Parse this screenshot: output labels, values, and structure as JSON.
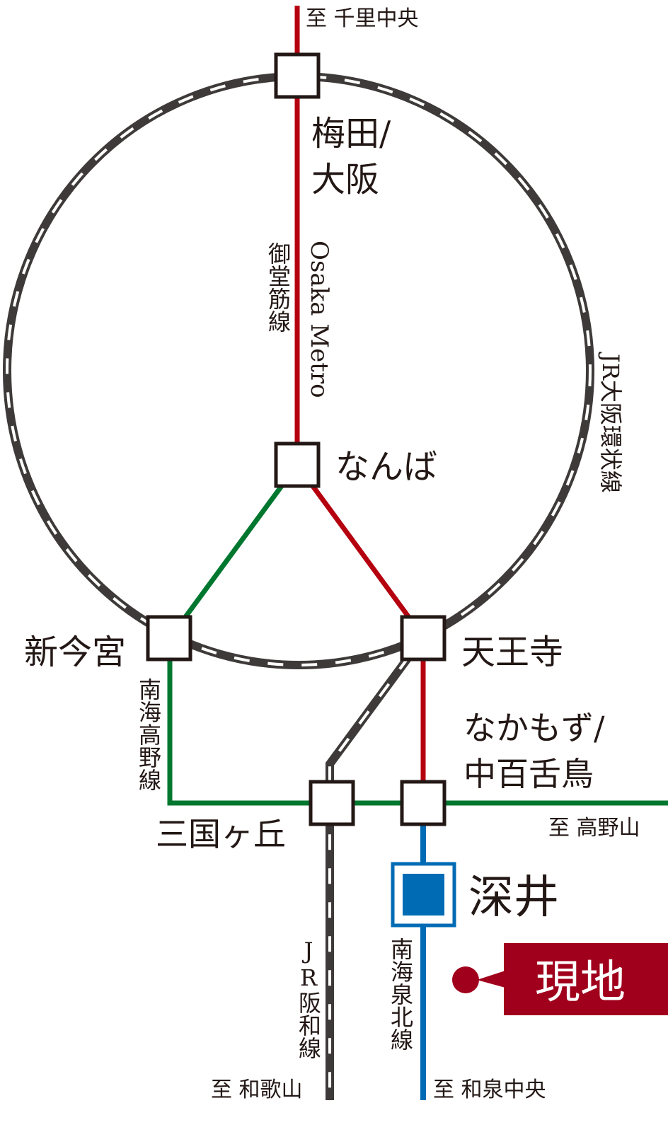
{
  "colors": {
    "midosuji": "#b5000f",
    "koya": "#00772f",
    "semboku": "#006bb5",
    "jr": "#3e3a39",
    "marker": "#a0001c"
  },
  "lines": {
    "midosuji_ja": "御堂筋線",
    "midosuji_en": "Osaka Metro",
    "loop": "JR大阪環状線",
    "koya": "南海高野線",
    "hanwa": "JR阪和線",
    "semboku": "南海泉北線"
  },
  "stations": {
    "umeda_1": "梅田/",
    "umeda_2": "大阪",
    "namba": "なんば",
    "shinimamiya": "新今宮",
    "tennoji": "天王寺",
    "nakamozu_1": "なかもず/",
    "nakamozu_2": "中百舌鳥",
    "mikunigaoka": "三国ヶ丘",
    "fukai": "深井"
  },
  "destinations": {
    "senri": "至 千里中央",
    "koyasan": "至 高野山",
    "wakayama": "至 和歌山",
    "izumi": "至 和泉中央"
  },
  "marker": {
    "label": "現地"
  }
}
